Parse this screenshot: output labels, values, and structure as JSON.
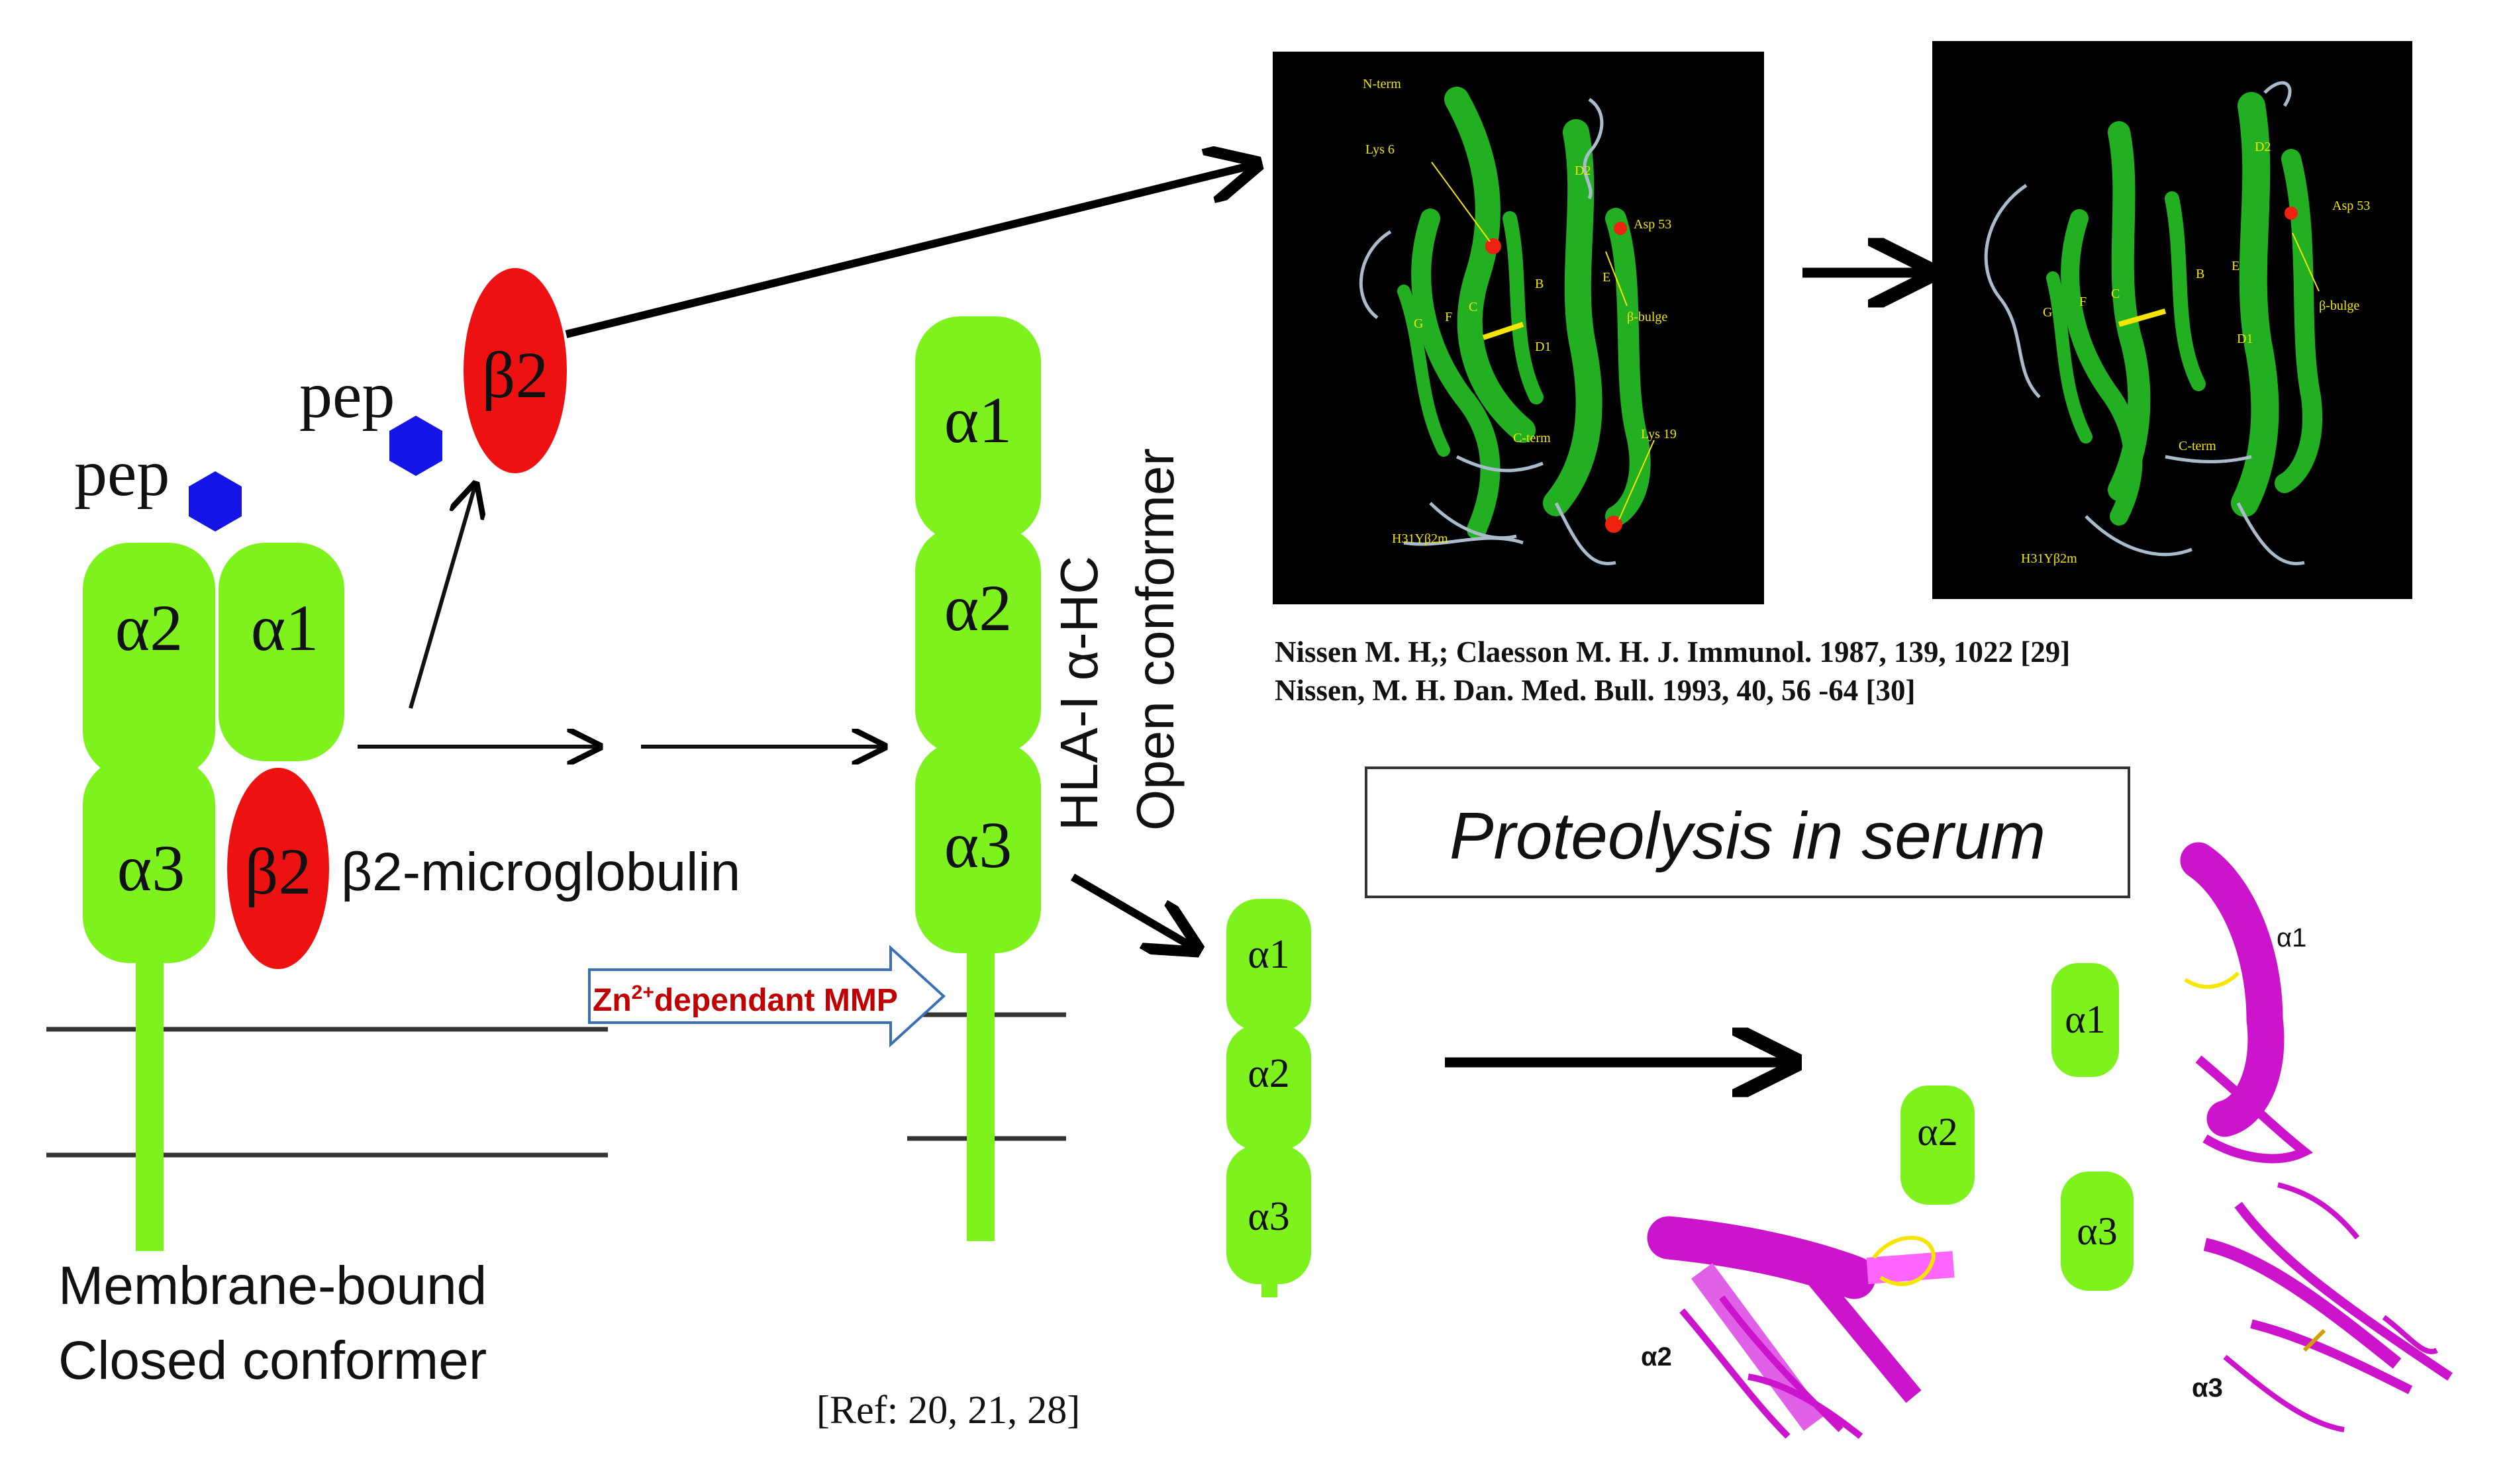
{
  "colors": {
    "domain_green": "#7df21c",
    "b2m_red": "#ee1111",
    "peptide_blue": "#1414e6",
    "protein_green": "#22b022",
    "protein_magenta": "#cc14cc",
    "panel_black": "#000000",
    "label_yellow": "#f4e600",
    "mmp_red": "#c00000",
    "arrow_outline": "#3b6fb6"
  },
  "closed": {
    "pep": "pep",
    "alpha2": "α2",
    "alpha1": "α1",
    "alpha3": "α3",
    "beta2": "β2",
    "b2m_label": "β2-microglobulin",
    "caption_line1": "Membrane-bound",
    "caption_line2": "Closed conformer"
  },
  "free": {
    "pep": "pep",
    "beta2": "β2"
  },
  "open": {
    "alpha1": "α1",
    "alpha2": "α2",
    "alpha3": "α3",
    "label_line1": "HLA-I α-HC",
    "label_line2": "Open conformer",
    "ref": "[Ref: 20, 21, 28]"
  },
  "mmp": {
    "zn": "Zn",
    "zn_sup": "2+",
    "rest": "dependant MMP"
  },
  "shed": {
    "alpha1": "α1",
    "alpha2": "α2",
    "alpha3": "α3"
  },
  "frag": {
    "alpha1": "α1",
    "alpha2": "α2",
    "alpha3": "α3"
  },
  "structure1": {
    "labels": [
      "N-term",
      "Lys 6",
      "D2",
      "Asp 53",
      "β-bulge",
      "B",
      "E",
      "C",
      "F",
      "G",
      "D1",
      "C-term",
      "Lys 19",
      "H31Yβ2m"
    ]
  },
  "structure2": {
    "labels": [
      "D2",
      "Asp 53",
      "β-bulge",
      "B",
      "E",
      "G",
      "F",
      "C",
      "D1",
      "C-term",
      "H31Yβ2m"
    ]
  },
  "refs": {
    "line1": "Nissen M. H,; Claesson M. H. J. Immunol. 1987, 139, 1022 [29]",
    "line2": "Nissen, M. H. Dan. Med. Bull. 1993, 40, 56 -64 [30]"
  },
  "proteolysis": {
    "title": "Proteolysis in serum"
  },
  "ribbon": {
    "alpha1": "α1",
    "alpha2": "α2",
    "alpha3": "α3"
  }
}
